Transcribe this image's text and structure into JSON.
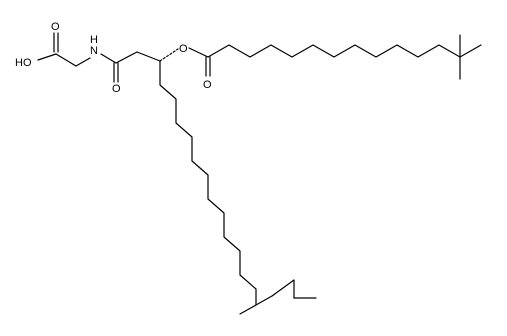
{
  "molecule": {
    "atom_labels": {
      "hydroxyl": "HO",
      "acid_carbonyl_oxygen": "O",
      "amide_nitrogen": "N",
      "amide_hydrogen": "H",
      "amide_carbonyl_oxygen": "O",
      "ester_oxygen": "O",
      "ester_carbonyl_oxygen": "O"
    }
  }
}
